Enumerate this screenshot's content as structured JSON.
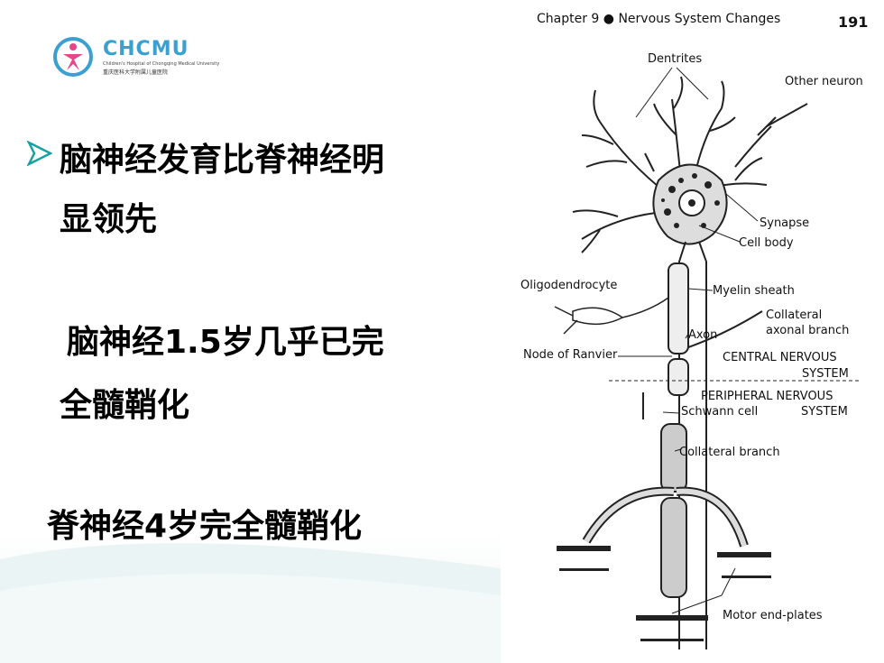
{
  "slide": {
    "logo_text": "CHCMU",
    "logo_sub_en": "Children's Hospital of Chongqing Medical University",
    "logo_sub_cn": "重庆医科大学附属儿童医院",
    "bullet_line1": "脑神经发育比脊神经明",
    "bullet_line2": "显领先",
    "para1_line1": "脑神经1.5岁几乎已完",
    "para1_line2": "全髓鞘化",
    "para2": "脊神经4岁完全髓鞘化",
    "accent_color": "#3b9fd0",
    "arrow_color": "#1aa0a0"
  },
  "figure": {
    "header": "Chapter 9 ● Nervous System Changes",
    "page_number": "191",
    "labels": {
      "dentrites": "Dentrites",
      "other_neuron": "Other neuron",
      "synapse": "Synapse",
      "cell_body": "Cell body",
      "oligodendrocyte": "Oligodendrocyte",
      "myelin_sheath": "Myelin sheath",
      "collateral_axonal_1": "Collateral",
      "collateral_axonal_2": "axonal branch",
      "axon": "Axon",
      "node_of_ranvier": "Node of Ranvier",
      "cns_1": "CENTRAL NERVOUS",
      "cns_2": "SYSTEM",
      "pns_1": "PERIPHERAL NERVOUS",
      "pns_2": "SYSTEM",
      "schwann_cell": "Schwann cell",
      "collateral_branch": "Collateral branch",
      "motor_end_plates": "Motor end-plates"
    }
  }
}
